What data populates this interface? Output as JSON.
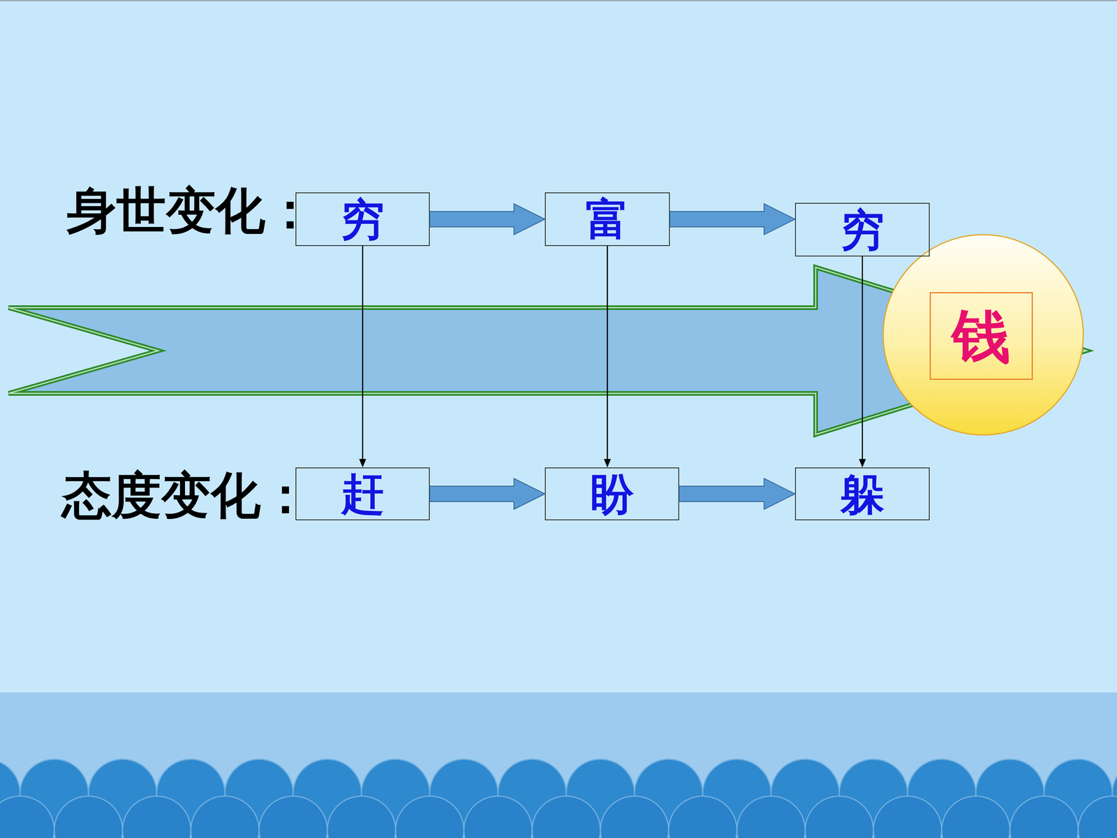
{
  "diagram": {
    "nodes": [
      {
        "text": [
          "穷"
        ]
      },
      {
        "text": [
          "富"
        ]
      },
      {
        "text": [
          "穷"
        ]
      },
      {
        "text": [
          "钱"
        ]
      },
      {
        "text": [
          "赶"
        ]
      },
      {
        "text": [
          "盼"
        ]
      },
      {
        "text": [
          "躲"
        ]
      }
    ],
    "edges": [
      {
        "from": 0,
        "to": 1,
        "arrow": "to"
      },
      {
        "from": 1,
        "to": 2,
        "arrow": "to"
      },
      {
        "from": 0,
        "to": 4,
        "arrow": "to"
      },
      {
        "from": 1,
        "to": 5,
        "arrow": "to"
      },
      {
        "from": 2,
        "to": 6,
        "arrow": "to"
      },
      {
        "from": 4,
        "to": 5,
        "arrow": "to"
      },
      {
        "from": 5,
        "to": 6,
        "arrow": "to"
      }
    ],
    "labels": [
      "身世变化：",
      "态度变化："
    ]
  }
}
